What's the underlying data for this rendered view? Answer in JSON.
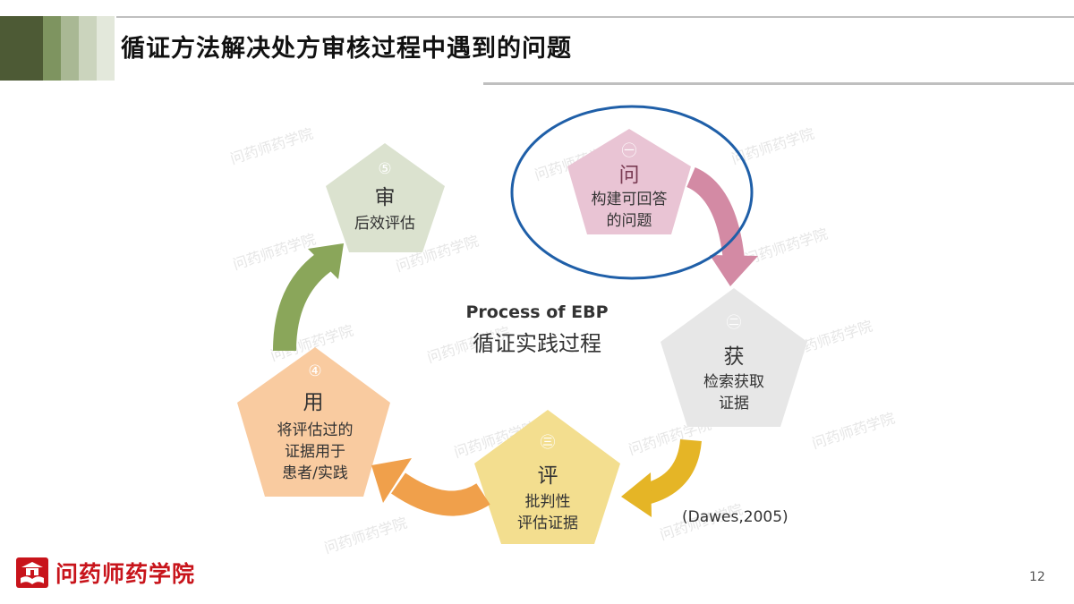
{
  "slide": {
    "title": "循证方法解决处方审核过程中遇到的问题",
    "page_number": "12"
  },
  "diagram": {
    "center_title_en": "Process of EBP",
    "center_title_zh": "循证实践过程",
    "citation": "(Dawes,2005)",
    "highlight_color": "#1f5fa8",
    "steps": [
      {
        "num": "㊀",
        "title": "问",
        "desc1": "构建可回答",
        "desc2": "的问题",
        "color": "#e9c4d4"
      },
      {
        "num": "㊁",
        "title": "获",
        "desc1": "检索获取",
        "desc2": "证据",
        "color": "#e7e7e7"
      },
      {
        "num": "㊂",
        "title": "评",
        "desc1": "批判性",
        "desc2": "评估证据",
        "color": "#f3de8f"
      },
      {
        "num": "④",
        "title": "用",
        "desc1": "将评估过的",
        "desc2": "证据用于",
        "desc3": "患者/实践",
        "color": "#f9cba0"
      },
      {
        "num": "⑤",
        "title": "审",
        "desc1": "后效评估",
        "color": "#dbe2cf"
      }
    ],
    "arrow_colors": [
      "#d38aa4",
      "#e5b526",
      "#f0a04b",
      "#8aa65a"
    ]
  },
  "footer": {
    "logo_text": "问药师药学院",
    "logo_icon": "school-book-icon",
    "watermark": "问药师药学院"
  }
}
